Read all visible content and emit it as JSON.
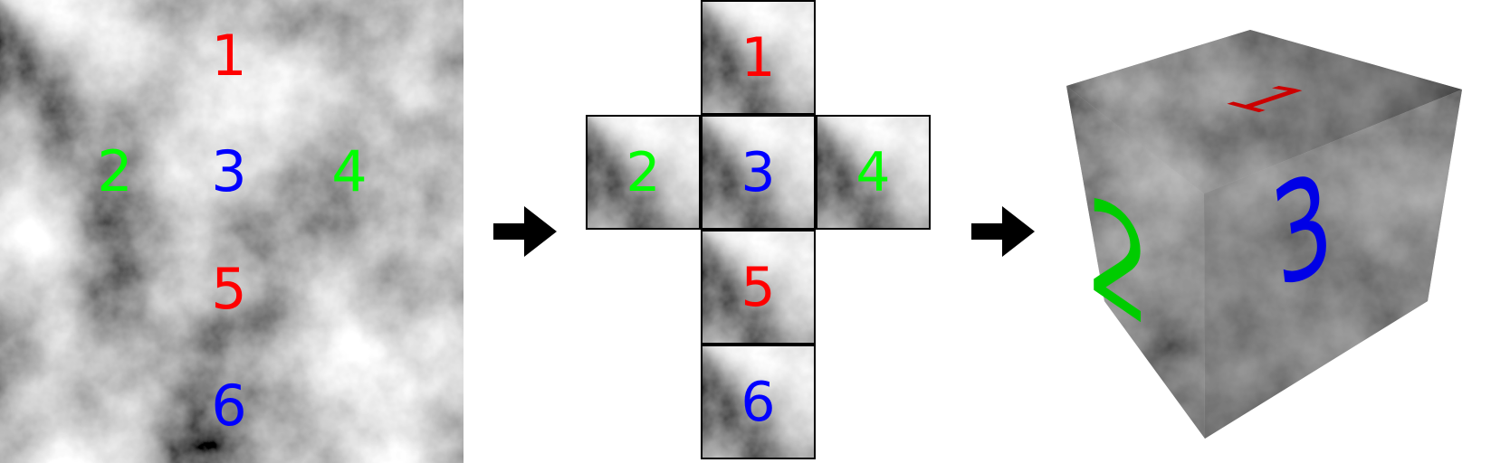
{
  "colors": {
    "red": "#ff0000",
    "green": "#00ff00",
    "blue": "#0000ff",
    "cube_green": "#00cc00",
    "cube_red": "#cc0000",
    "cube_blue": "#0000e6",
    "outline": "#000000"
  },
  "source": {
    "labels": {
      "one": "1",
      "two": "2",
      "three": "3",
      "four": "4",
      "five": "5",
      "six": "6"
    }
  },
  "net": {
    "faces": {
      "one": "1",
      "two": "2",
      "three": "3",
      "four": "4",
      "five": "5",
      "six": "6"
    }
  },
  "cube": {
    "top_label": "1",
    "left_label": "2",
    "right_label": "3"
  },
  "icons": {
    "arrow_1": "arrow-right-icon",
    "arrow_2": "arrow-right-icon"
  }
}
